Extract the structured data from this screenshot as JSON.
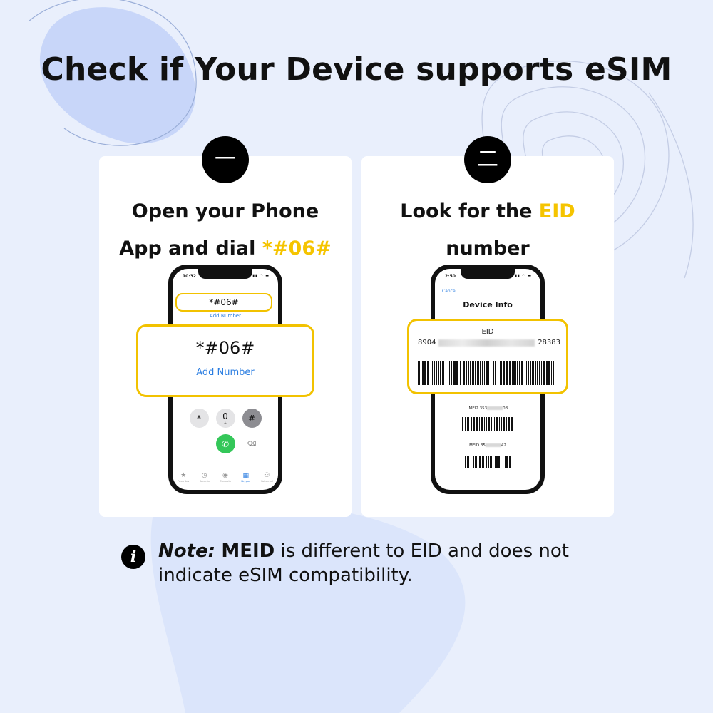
{
  "page": {
    "title": "Check if Your Device supports eSIM",
    "colors": {
      "background": "#e9effc",
      "accent": "#f5c400",
      "badge": "#000000",
      "link": "#2a7de1"
    }
  },
  "step1": {
    "badge": "一",
    "heading_line1": "Open your Phone",
    "heading_line2_pre": "App and dial ",
    "heading_line2_code": "*#06#",
    "phone": {
      "time": "10:32",
      "dial_value": "*#06#",
      "add_number": "Add Number",
      "keys_row4": [
        "*",
        "0",
        "#"
      ],
      "key_0_sub": "+",
      "call_icon": "phone-icon",
      "delete_icon": "backspace-icon",
      "tabs": [
        {
          "icon": "star-icon",
          "label": "Favorites"
        },
        {
          "icon": "clock-icon",
          "label": "Recents"
        },
        {
          "icon": "contact-icon",
          "label": "Contacts"
        },
        {
          "icon": "keypad-icon",
          "label": "Keypad"
        },
        {
          "icon": "voicemail-icon",
          "label": "Voicemail"
        }
      ]
    },
    "zoom": {
      "dial_value": "*#06#",
      "add_number": "Add Number"
    }
  },
  "step2": {
    "badge": "二",
    "heading_line1_pre": "Look for the ",
    "heading_line1_hl": "EID",
    "heading_line2": "number",
    "phone": {
      "time": "2:50",
      "cancel": "Cancel",
      "title": "Device Info",
      "imei_prefix": "IMEI2 353",
      "imei_suffix": "08",
      "meid_prefix": "MEID 35",
      "meid_suffix": "42"
    },
    "zoom": {
      "label": "EID",
      "prefix": "8904",
      "suffix": "28383"
    }
  },
  "note": {
    "icon": "info-icon",
    "lead": "Note:",
    "strong": "MEID",
    "text": " is different to EID and does not indicate eSIM compatibility."
  }
}
